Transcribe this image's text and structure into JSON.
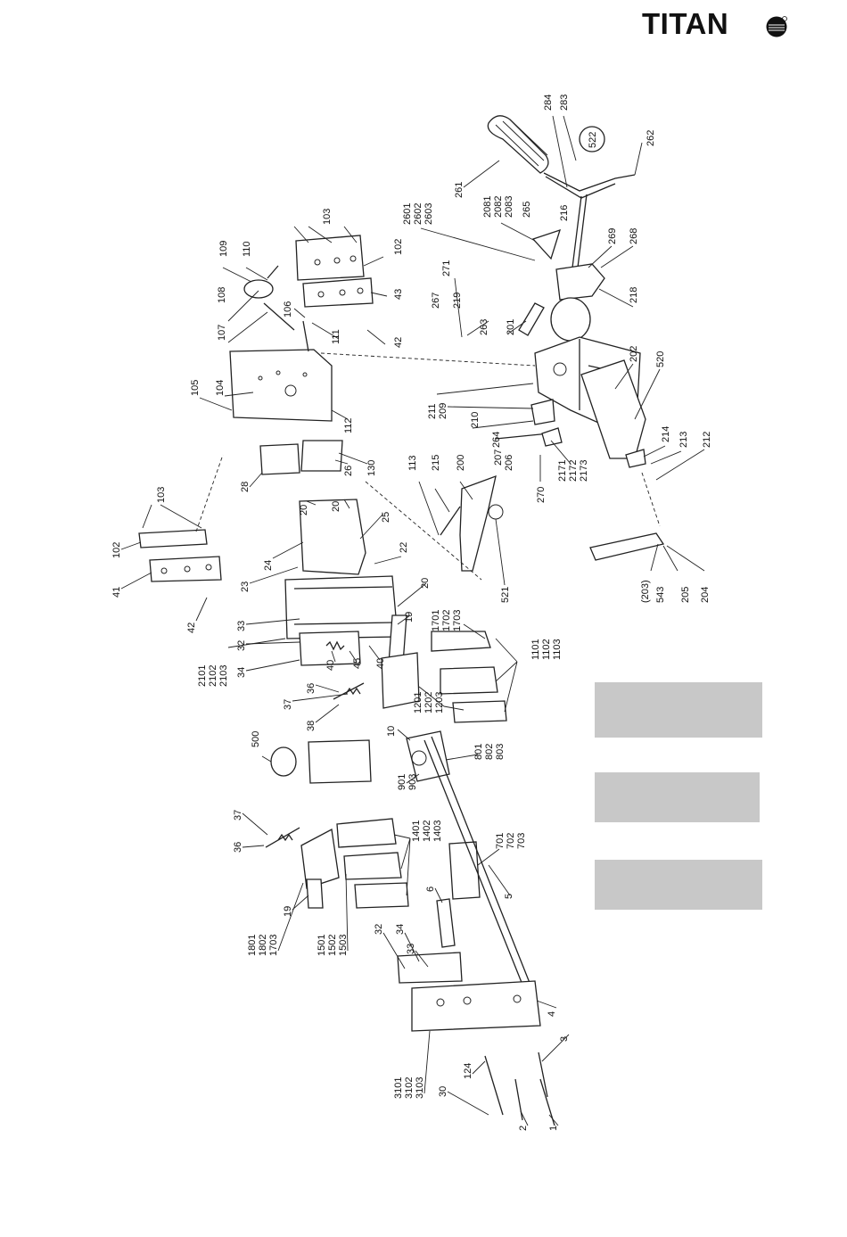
{
  "brand": {
    "name": "TITAN",
    "badge": "®"
  },
  "labels": {
    "l_1": "1",
    "l_2": "2",
    "l_3": "3",
    "l_4": "4",
    "l_5": "5",
    "l_6": "6",
    "l_10": "10",
    "l_19a": "19",
    "l_19b": "19",
    "l_20a": "20",
    "l_20b": "20",
    "l_20c": "20",
    "l_22": "22",
    "l_23": "23",
    "l_24": "24",
    "l_25": "25",
    "l_26": "26",
    "l_28": "28",
    "l_30": "30",
    "l_32a": "32",
    "l_32b": "32",
    "l_33a": "33",
    "l_33b": "33",
    "l_34a": "34",
    "l_34b": "34",
    "l_36a": "36",
    "l_36b": "36",
    "l_37a": "37",
    "l_37b": "37",
    "l_38": "38",
    "l_40a": "40",
    "l_40b": "40",
    "l_41": "41",
    "l_42a": "42",
    "l_42b": "42",
    "l_43": "43",
    "l_45": "45",
    "l_102a": "102",
    "l_102b": "102",
    "l_103a": "103",
    "l_103b": "103",
    "l_104": "104",
    "l_105": "105",
    "l_106": "106",
    "l_107": "107",
    "l_108": "108",
    "l_109": "109",
    "l_110": "110",
    "l_111": "111",
    "l_112": "112",
    "l_113": "113",
    "l_124": "124",
    "l_130": "130",
    "l_200": "200",
    "l_201": "201",
    "l_202": "202",
    "l_203": "(203)",
    "l_204": "204",
    "l_205": "205",
    "l_206": "206",
    "l_207": "207",
    "l_209": "209",
    "l_210": "210",
    "l_211": "211",
    "l_212": "212",
    "l_213": "213",
    "l_214": "214",
    "l_215": "215",
    "l_216": "216",
    "l_218": "218",
    "l_219": "219",
    "l_261": "261",
    "l_262": "262",
    "l_263": "263",
    "l_264": "264",
    "l_265": "265",
    "l_267": "267",
    "l_268": "268",
    "l_269": "269",
    "l_270": "270",
    "l_271": "271",
    "l_283": "283",
    "l_284": "284",
    "l_500": "500",
    "l_520": "520",
    "l_521": "521",
    "l_522": "522",
    "l_543": "543",
    "l_2601": "2601",
    "l_2602": "2602",
    "l_2603": "2603",
    "l_2081": "2081",
    "l_2082": "2082",
    "l_2083": "2083",
    "l_2171": "2171",
    "l_2172": "2172",
    "l_2173": "2173",
    "l_2101": "2101",
    "l_2102": "2102",
    "l_2103": "2103",
    "l_1701": "1701",
    "l_1702": "1702",
    "l_1703a": "1703",
    "l_1101": "1101",
    "l_1102": "1102",
    "l_1103": "1103",
    "l_1201": "1201",
    "l_1202": "1202",
    "l_1203": "1203",
    "l_801": "801",
    "l_802": "802",
    "l_803": "803",
    "l_901": "901",
    "l_903": "903",
    "l_1401": "1401",
    "l_1402": "1402",
    "l_1403": "1403",
    "l_701": "701",
    "l_702": "702",
    "l_703": "703",
    "l_1801": "1801",
    "l_1802": "1802",
    "l_1703b": "1703",
    "l_1501": "1501",
    "l_1502": "1502",
    "l_1503": "1503",
    "l_3101": "3101",
    "l_3102": "3102",
    "l_3103": "3103"
  }
}
